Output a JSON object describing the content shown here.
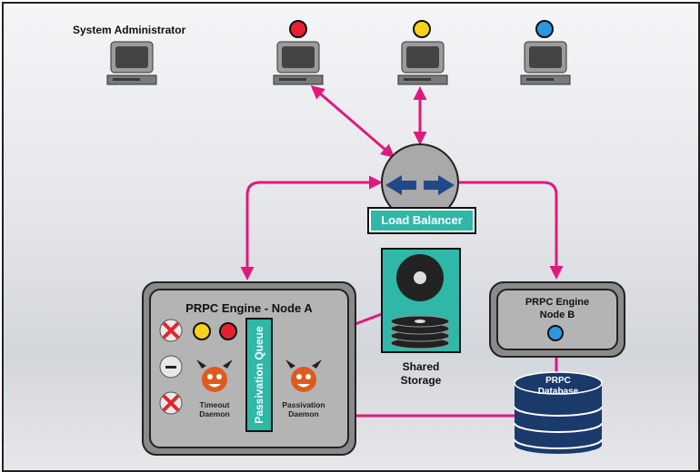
{
  "admin": {
    "label": "System Administrator"
  },
  "clients": [
    {
      "name": "client-red",
      "color": "#e52131"
    },
    {
      "name": "client-yellow",
      "color": "#f7d21a"
    },
    {
      "name": "client-blue",
      "color": "#2c97de"
    }
  ],
  "load_balancer": {
    "label": "Load Balancer"
  },
  "node_a": {
    "title": "PRPC Engine - Node A",
    "queue_label": "Passivation Queue",
    "timeout_daemon": [
      "Timeout",
      "Daemon"
    ],
    "passivation_daemon": [
      "Passivation",
      "Daemon"
    ]
  },
  "node_b": {
    "title_line1": "PRPC Engine",
    "title_line2": "Node B"
  },
  "storage": {
    "line1": "Shared",
    "line2": "Storage"
  },
  "database": {
    "line1": "PRPC",
    "line2": "Database"
  },
  "colors": {
    "connector": "#e0197d",
    "accent": "#2fb7a8",
    "node_outer": "#8a8a8a",
    "node_inner": "#b4b4b4",
    "db": "#1a3a6b"
  }
}
